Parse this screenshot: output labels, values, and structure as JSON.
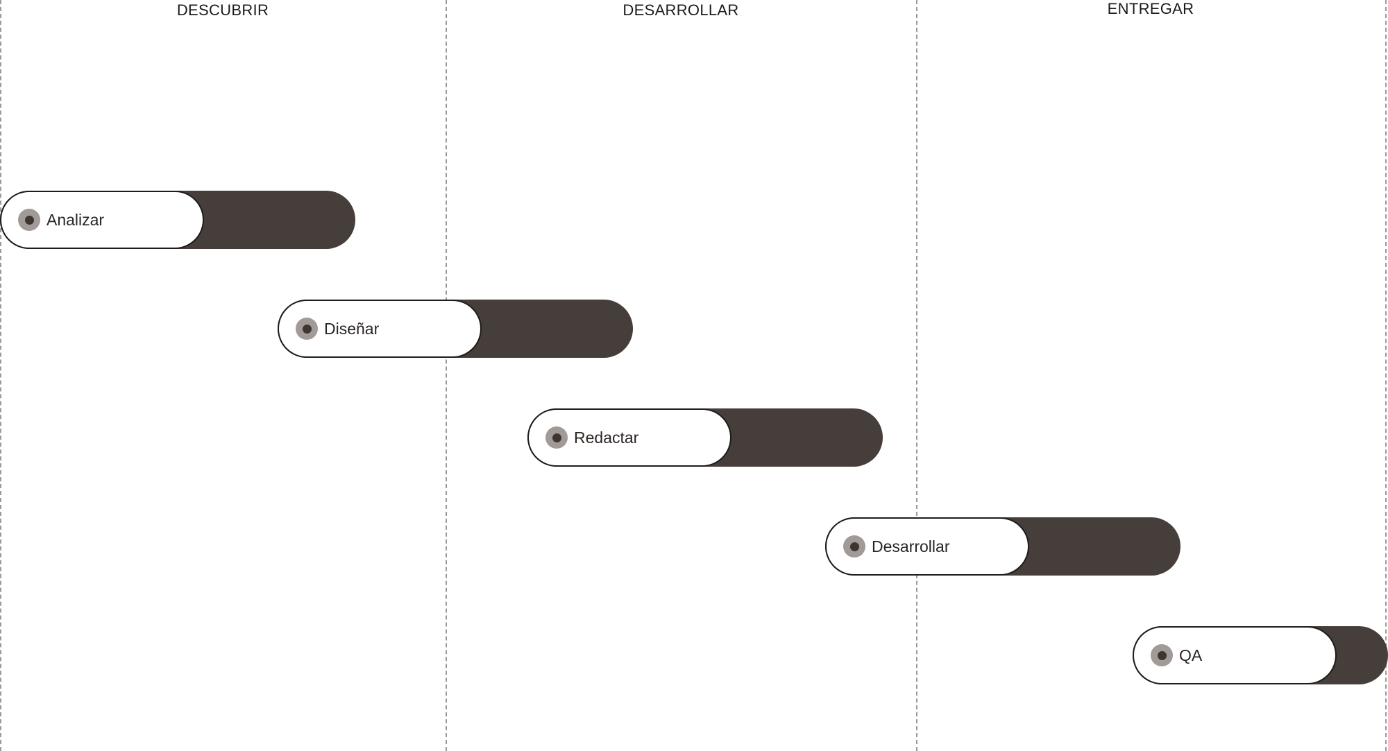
{
  "phases": [
    {
      "title": "DESCUBRIR"
    },
    {
      "title": "DESARROLLAR"
    },
    {
      "title": "ENTREGAR"
    }
  ],
  "tasks": [
    {
      "label": "Analizar"
    },
    {
      "label": "Diseñar"
    },
    {
      "label": "Redactar"
    },
    {
      "label": "Desarrollar"
    },
    {
      "label": "QA"
    }
  ],
  "colors": {
    "bar": "#463e3a",
    "pill_border": "#1e1b19",
    "dot_outer": "#a19a96",
    "dot_inner": "#3d3532",
    "divider": "#9c9a98"
  }
}
